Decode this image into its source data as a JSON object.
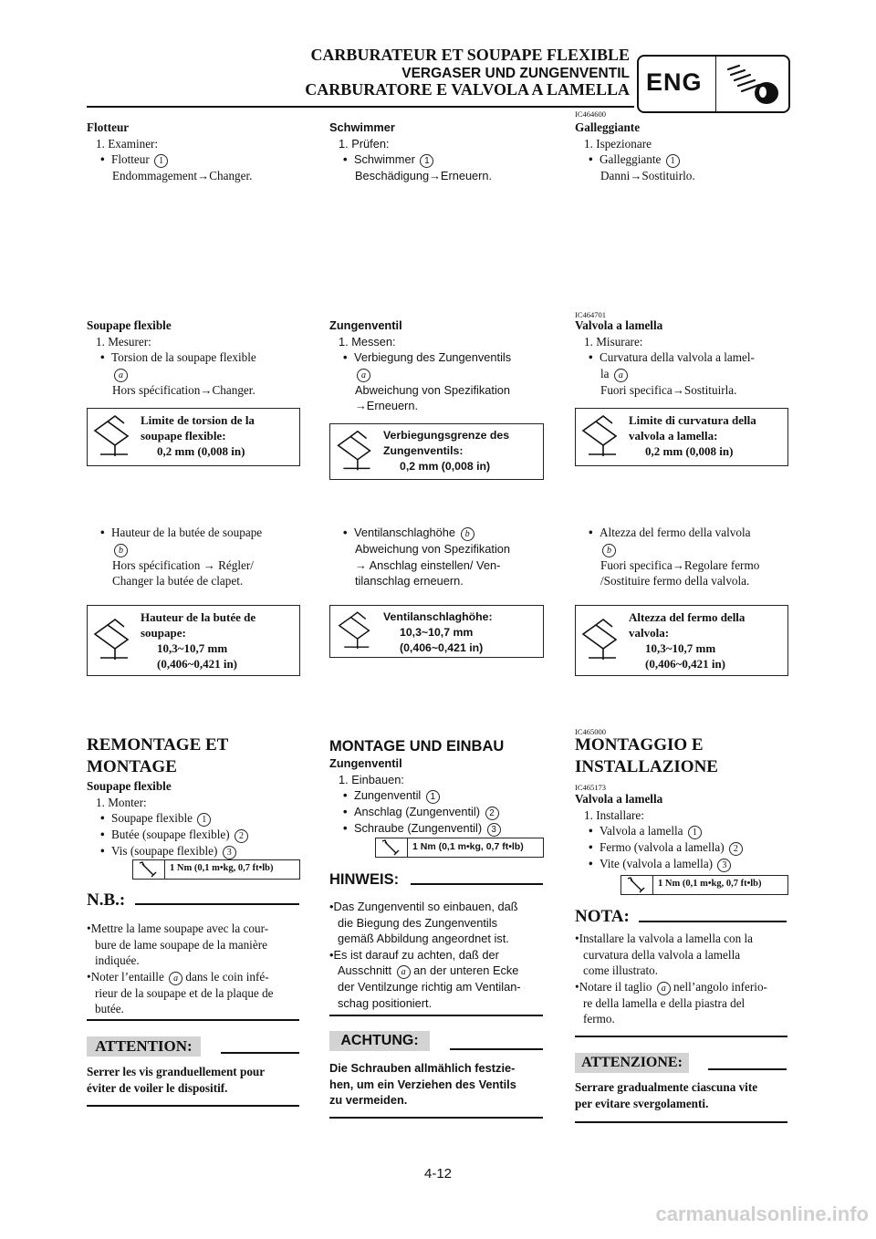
{
  "header": {
    "line1": "CARBURATEUR ET SOUPAPE FLEXIBLE",
    "line2": "VERGASER UND ZUNGENVENTIL",
    "line3": "CARBURATORE E VALVOLA A LAMELLA",
    "badge": "ENG",
    "badge_icon": "engine-bolt-icon"
  },
  "codes": {
    "c1": "IC464600",
    "c2": "IC464701",
    "c3": "IC465000",
    "c4": "IC465173"
  },
  "fr": {
    "float_title": "Flotteur",
    "float_step": "1. Examiner:",
    "float_item": "Flotteur",
    "float_n": "1",
    "float_action": "Endommagement→Changer.",
    "reed_title": "Soupape flexible",
    "reed_step": "1. Mesurer:",
    "reed_item1": "Torsion de la soupape flexible",
    "reed_a": "a",
    "reed_action1": "Hors spécification→Changer.",
    "spec1_l1": "Limite de torsion de la",
    "spec1_l2": "soupape flexible:",
    "spec1_l3": "0,2 mm (0,008 in)",
    "reed_item2": "Hauteur de la butée de soupape",
    "reed_b": "b",
    "reed_action2a": "Hors spécification → Régler/",
    "reed_action2b": "Changer la butée de clapet.",
    "spec2_l1": "Hauteur de la butée de",
    "spec2_l2": "soupape:",
    "spec2_l3": "10,3~10,7 mm",
    "spec2_l4": "(0,406~0,421 in)",
    "asm_title1": "REMONTAGE ET",
    "asm_title2": "MONTAGE",
    "asm_sub": "Soupape flexible",
    "asm_step": "1. Monter:",
    "asm_i1": "Soupape flexible",
    "asm_i2": "Butée (soupape flexible)",
    "asm_i3": "Vis (soupape flexible)",
    "torque": "1 Nm (0,1 m•kg, 0,7 ft•lb)",
    "note_title": "N.B.:",
    "note1_l1": "•Mettre la lame soupape avec la cour-",
    "note1_l2": "bure de lame soupape de la manière",
    "note1_l3": "indiquée.",
    "note2_l1a": "•Noter l’entaille",
    "note2_l1b": "dans le coin infé-",
    "note2_l2": "rieur de la soupape et de la plaque de",
    "note2_l3": "butée.",
    "caution_title": "ATTENTION:",
    "caution_l1": "Serrer les vis granduellement pour",
    "caution_l2": "éviter de voiler le dispositif."
  },
  "de": {
    "float_title": "Schwimmer",
    "float_step": "1. Prüfen:",
    "float_item": "Schwimmer",
    "float_action": "Beschädigung→Erneuern.",
    "reed_title": "Zungenventil",
    "reed_step": "1. Messen:",
    "reed_item1": "Verbiegung des Zungenventils",
    "reed_action1a": "Abweichung von Spezifikation",
    "reed_action1b": "→Erneuern.",
    "spec1_l1": "Verbiegungsgrenze des",
    "spec1_l2": "Zungenventils:",
    "spec1_l3": "0,2 mm (0,008 in)",
    "reed_item2": "Ventilanschlaghöhe",
    "reed_action2a": "Abweichung von Spezifikation",
    "reed_action2b": "→ Anschlag einstellen/ Ven-",
    "reed_action2c": "tilanschlag erneuern.",
    "spec2_l1": "Ventilanschlaghöhe:",
    "spec2_l2": "10,3~10,7 mm",
    "spec2_l3": "(0,406~0,421 in)",
    "asm_title": "MONTAGE UND EINBAU",
    "asm_sub": "Zungenventil",
    "asm_step": "1. Einbauen:",
    "asm_i1": "Zungenventil",
    "asm_i2": "Anschlag (Zungenventil)",
    "asm_i3": "Schraube (Zungenventil)",
    "note_title": "HINWEIS:",
    "note1_l1": "•Das Zungenventil so einbauen, daß",
    "note1_l2": "die Biegung des Zungenventils",
    "note1_l3": "gemäß Abbildung angeordnet ist.",
    "note2_l1": "•Es ist darauf zu achten, daß der",
    "note2_l2a": "Ausschnitt",
    "note2_l2b": "an der unteren Ecke",
    "note2_l3": "der Ventilzunge richtig am Ventilan-",
    "note2_l4": "schag positioniert.",
    "caution_title": "ACHTUNG",
    "caution_l1": "Die Schrauben allmählich festzie-",
    "caution_l2": "hen, um ein Verziehen des Ventils",
    "caution_l3": "zu vermeiden."
  },
  "it": {
    "float_title": "Galleggiante",
    "float_step": "1. Ispezionare",
    "float_item": "Galleggiante",
    "float_action": "Danni→Sostituirlo.",
    "reed_title": "Valvola a lamella",
    "reed_step": "1. Misurare:",
    "reed_item1a": "Curvatura della valvola a lamel-",
    "reed_item1b": "la",
    "reed_action1": "Fuori specifica→Sostituirla.",
    "spec1_l1": "Limite di curvatura della",
    "spec1_l2": "valvola a lamella:",
    "spec1_l3": "0,2 mm (0,008 in)",
    "reed_item2": "Altezza del fermo della valvola",
    "reed_action2a": "Fuori specifica→Regolare fermo",
    "reed_action2b": "/Sostituire fermo della valvola.",
    "spec2_l1": "Altezza del fermo della",
    "spec2_l2": "valvola:",
    "spec2_l3": "10,3~10,7 mm",
    "spec2_l4": "(0,406~0,421 in)",
    "asm_title1": "MONTAGGIO E",
    "asm_title2": "INSTALLAZIONE",
    "asm_sub": "Valvola a lamella",
    "asm_step": "1. Installare:",
    "asm_i1": "Valvola a lamella",
    "asm_i2": "Fermo (valvola a lamella)",
    "asm_i3": "Vite (valvola a lamella)",
    "note_title": "NOTA:",
    "note1_l1": "•Installare la valvola a lamella con la",
    "note1_l2": "curvatura della valvola a lamella",
    "note1_l3": "come illustrato.",
    "note2_l1a": "•Notare il taglio",
    "note2_l1b": "nell’angolo inferio-",
    "note2_l2": "re della lamella e della piastra del",
    "note2_l3": "fermo.",
    "caution_title": "ATTENZIONE:",
    "caution_l1": "Serrare gradualmente ciascuna vite",
    "caution_l2": "per evitare svergolamenti."
  },
  "labels": {
    "n1": "1",
    "n2": "2",
    "n3": "3",
    "a": "a",
    "b": "b"
  },
  "footer": {
    "page": "4-12",
    "watermark": "carmanualsonline.info"
  }
}
